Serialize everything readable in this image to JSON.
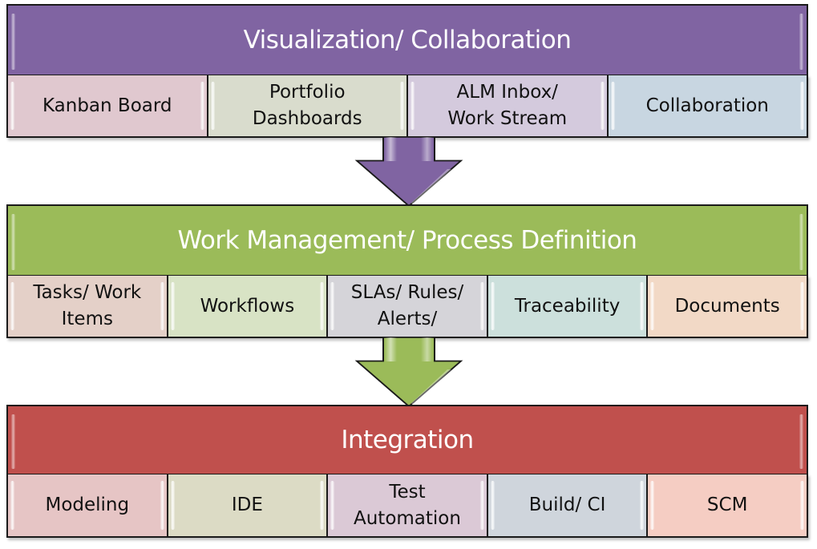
{
  "layers": [
    {
      "title": "Visualization/ Collaboration",
      "color": "#8064a2",
      "items": [
        {
          "label": "Kanban Board",
          "color": "#e0c8cf"
        },
        {
          "label": "Portfolio\nDashboards",
          "color": "#d9dccd"
        },
        {
          "label": "ALM Inbox/\nWork Stream",
          "color": "#d4cadd"
        },
        {
          "label": "Collaboration",
          "color": "#c8d6e1"
        }
      ]
    },
    {
      "title": "Work Management/ Process Definition",
      "color": "#9bbb59",
      "items": [
        {
          "label": "Tasks/ Work\nItems",
          "color": "#e4d0c8"
        },
        {
          "label": "Workflows",
          "color": "#d8e3c5"
        },
        {
          "label": "SLAs/ Rules/\nAlerts/",
          "color": "#d5d4d9"
        },
        {
          "label": "Traceability",
          "color": "#cce0dc"
        },
        {
          "label": "Documents",
          "color": "#f2d9c6"
        }
      ]
    },
    {
      "title": "Integration",
      "color": "#c0504d",
      "items": [
        {
          "label": "Modeling",
          "color": "#e6c5c5"
        },
        {
          "label": "IDE",
          "color": "#dcdbc5"
        },
        {
          "label": "Test\nAutomation",
          "color": "#dbc9d6"
        },
        {
          "label": "Build/ CI",
          "color": "#cfd5dc"
        },
        {
          "label": "SCM",
          "color": "#f5cdc3"
        }
      ]
    }
  ],
  "arrows": [
    {
      "from": "Visualization/ Collaboration",
      "to": "Work Management/ Process Definition",
      "color": "#8064a2"
    },
    {
      "from": "Work Management/ Process Definition",
      "to": "Integration",
      "color": "#9bbb59"
    }
  ]
}
